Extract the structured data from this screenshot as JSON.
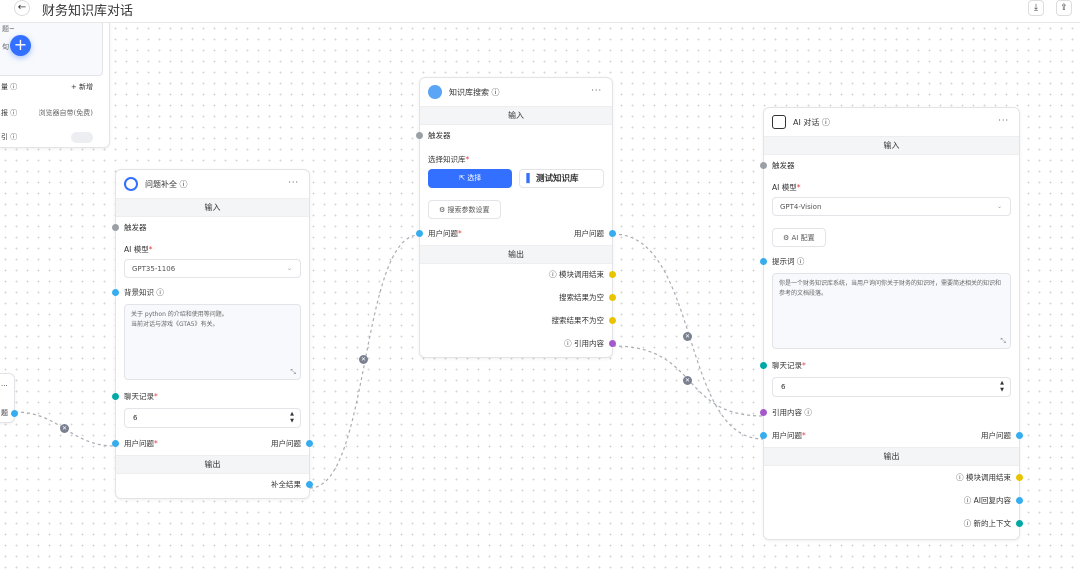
{
  "header": {
    "back_icon": "arrow-left-icon",
    "title": "财务知识库对话",
    "import_icon": "download-icon",
    "export_icon": "share-icon"
  },
  "colors": {
    "accent": "#3370ff",
    "trigger": "#9aa0a6",
    "string": "#36adef",
    "chat": "#00a9a6",
    "boolean": "#e8c400",
    "quote": "#a558c9"
  },
  "left_node": {
    "textarea_tail": "题~",
    "line2": "旬",
    "item1_label": "量",
    "add_label": "+ 新增",
    "item2_label": "报",
    "item2_value": "浏览器自带(免费)",
    "item3_label": "引"
  },
  "small_node": {
    "more": "···",
    "output_label": "题"
  },
  "qnode": {
    "title": "问题补全",
    "more": "···",
    "input": "输入",
    "trigger": "触发器",
    "model_label": "AI 模型",
    "model": "GPT35-1106",
    "bg_label": "背景知识",
    "bg_text": "关于 python 的介绍和使用等问题。\n当前对话与游戏《GTA5》有关。",
    "history_label": "聊天记录",
    "history": "6",
    "user_q": "用户问题",
    "user_q_out": "用户问题",
    "output": "输出",
    "result": "补全结果"
  },
  "knode": {
    "title": "知识库搜索",
    "more": "···",
    "input": "输入",
    "trigger": "触发器",
    "kb_label": "选择知识库",
    "select_btn": "选择",
    "kb_name": "测试知识库",
    "params_btn": "搜索参数设置",
    "user_q": "用户问题",
    "user_q_out": "用户问题",
    "output": "输出",
    "outs": [
      "模块调用结束",
      "搜索结果为空",
      "搜索结果不为空",
      "引用内容"
    ]
  },
  "anode": {
    "title": "AI 对话",
    "more": "···",
    "input": "输入",
    "trigger": "触发器",
    "model_label": "AI 模型",
    "model": "GPT4-Vision",
    "config_btn": "AI 配置",
    "prompt_label": "提示词",
    "prompt": "你是一个财务知识库系统，当用户询问你关于财务的知识时，需要简述相关的知识和参考的文档段落。",
    "history_label": "聊天记录",
    "history": "6",
    "quote_label": "引用内容",
    "user_q": "用户问题",
    "user_q_out": "用户问题",
    "output": "输出",
    "outs": [
      "模块调用结束",
      "AI回复内容",
      "新的上下文"
    ]
  }
}
